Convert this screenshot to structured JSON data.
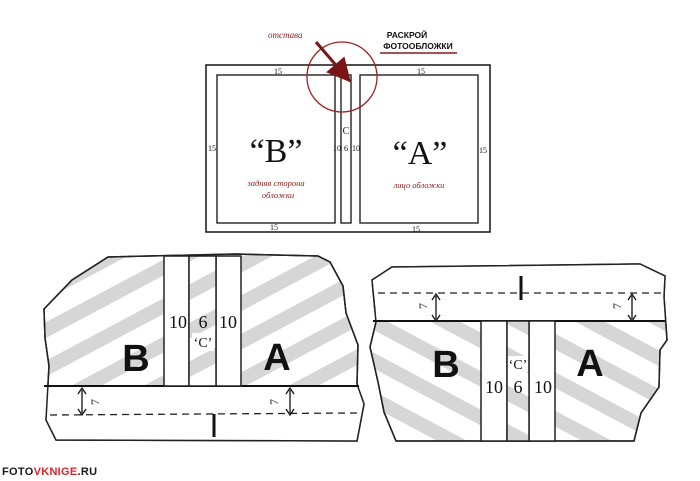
{
  "top_diagram": {
    "callout_left": "отстава",
    "callout_right_line1": "РАСКРОЙ",
    "callout_right_line2": "ФОТООБЛОЖКИ",
    "frame_top_left": "15",
    "frame_top_right": "15",
    "frame_bottom_left": "15",
    "frame_bottom_right": "15",
    "frame_left": "15",
    "frame_right": "15",
    "spine_letter": "С",
    "spine_left": "10",
    "spine_mid": "6",
    "spine_right": "10",
    "panel_b_letter": "“B”",
    "panel_a_letter": "“A”",
    "panel_b_caption1": "задняя сторона",
    "panel_b_caption2": "обложки",
    "panel_a_caption": "лицо обложки"
  },
  "bottom_left": {
    "letter_b": "B",
    "letter_a": "A",
    "dim_left": "10",
    "dim_mid": "6",
    "dim_right": "10",
    "spine_label": "‘C’",
    "margin_left": "7",
    "margin_right": "7"
  },
  "bottom_right": {
    "letter_b": "B",
    "letter_a": "A",
    "dim_left": "10",
    "dim_mid": "6",
    "dim_right": "10",
    "spine_label": "‘C’",
    "margin_left": "7",
    "margin_right": "7"
  },
  "footer": {
    "part1": "FOTO",
    "part2": "VKNIGE",
    "part3": ".RU"
  },
  "colors": {
    "accent_red": "#d8262c",
    "callout_red": "#8b1a1a",
    "stripe_gray": "#d6d6d6"
  }
}
